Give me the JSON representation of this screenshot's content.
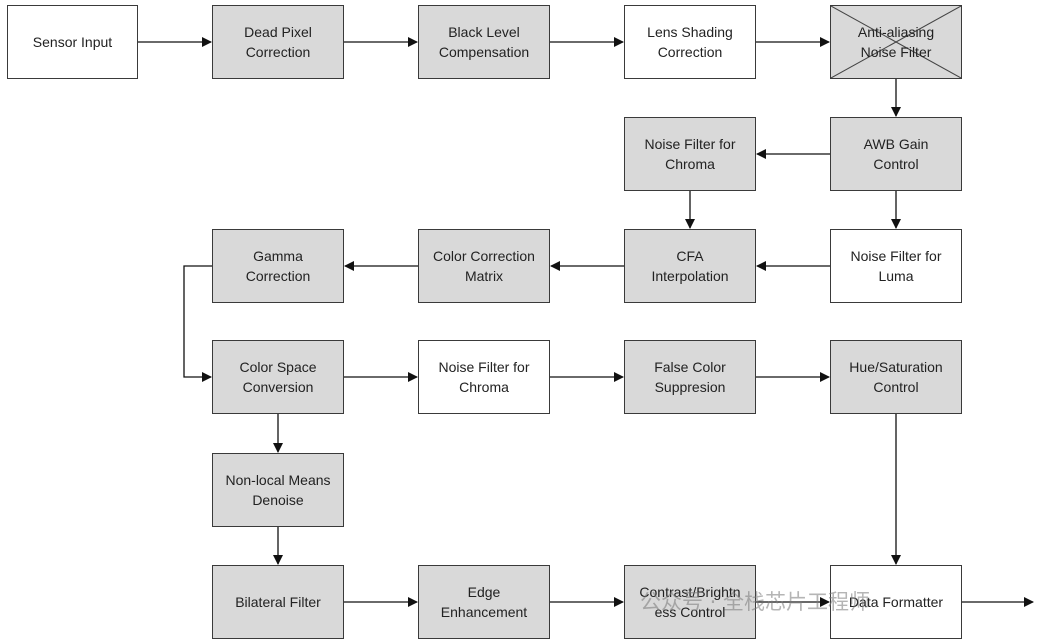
{
  "nodes": {
    "sensor_input": "Sensor Input",
    "dead_pixel": "Dead Pixel\nCorrection",
    "black_level": "Black Level\nCompensation",
    "lens_shading": "Lens Shading\nCorrection",
    "anti_aliasing": "Anti-aliasing\nNoise Filter",
    "awb_gain": "AWB Gain\nControl",
    "nf_chroma_1": "Noise Filter for\nChroma",
    "nf_luma": "Noise Filter for\nLuma",
    "cfa": "CFA\nInterpolation",
    "ccm": "Color Correction\nMatrix",
    "gamma": "Gamma\nCorrection",
    "csc": "Color Space\nConversion",
    "nf_chroma_2": "Noise Filter for\nChroma",
    "false_color": "False Color\nSuppresion",
    "hue_sat": "Hue/Saturation\nControl",
    "nlm": "Non-local Means\nDenoise",
    "bilateral": "Bilateral Filter",
    "edge": "Edge\nEnhancement",
    "contrast": "Contrast/Brightn\ness Control",
    "data_formatter": "Data Formatter"
  },
  "watermark": "公众号 · 全栈芯片工程师",
  "colors": {
    "gray_fill": "#d9d9d9",
    "white_fill": "#ffffff",
    "stroke": "#3a3a3a"
  }
}
